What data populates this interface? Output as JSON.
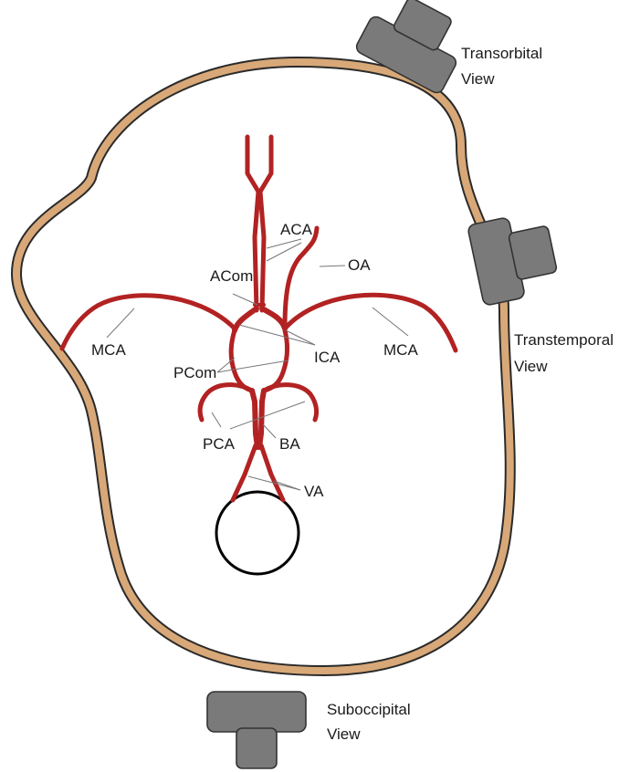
{
  "colors": {
    "skull": "#d8a878",
    "skull_outline": "#2a2a2a",
    "artery": "#b22222",
    "probe": "#7a7a7a",
    "foramen": "#000000"
  },
  "probes": {
    "transorbital": {
      "label_line1": "Transorbital",
      "label_line2": "View"
    },
    "transtemporal": {
      "label_line1": "Transtemporal",
      "label_line2": "View"
    },
    "suboccipital": {
      "label_line1": "Suboccipital",
      "label_line2": "View"
    }
  },
  "arteries": {
    "aca": "ACA",
    "oa": "OA",
    "acom": "ACom",
    "mca_left": "MCA",
    "mca_right": "MCA",
    "ica": "ICA",
    "pcom": "PCom",
    "pca": "PCA",
    "ba": "BA",
    "va": "VA"
  }
}
